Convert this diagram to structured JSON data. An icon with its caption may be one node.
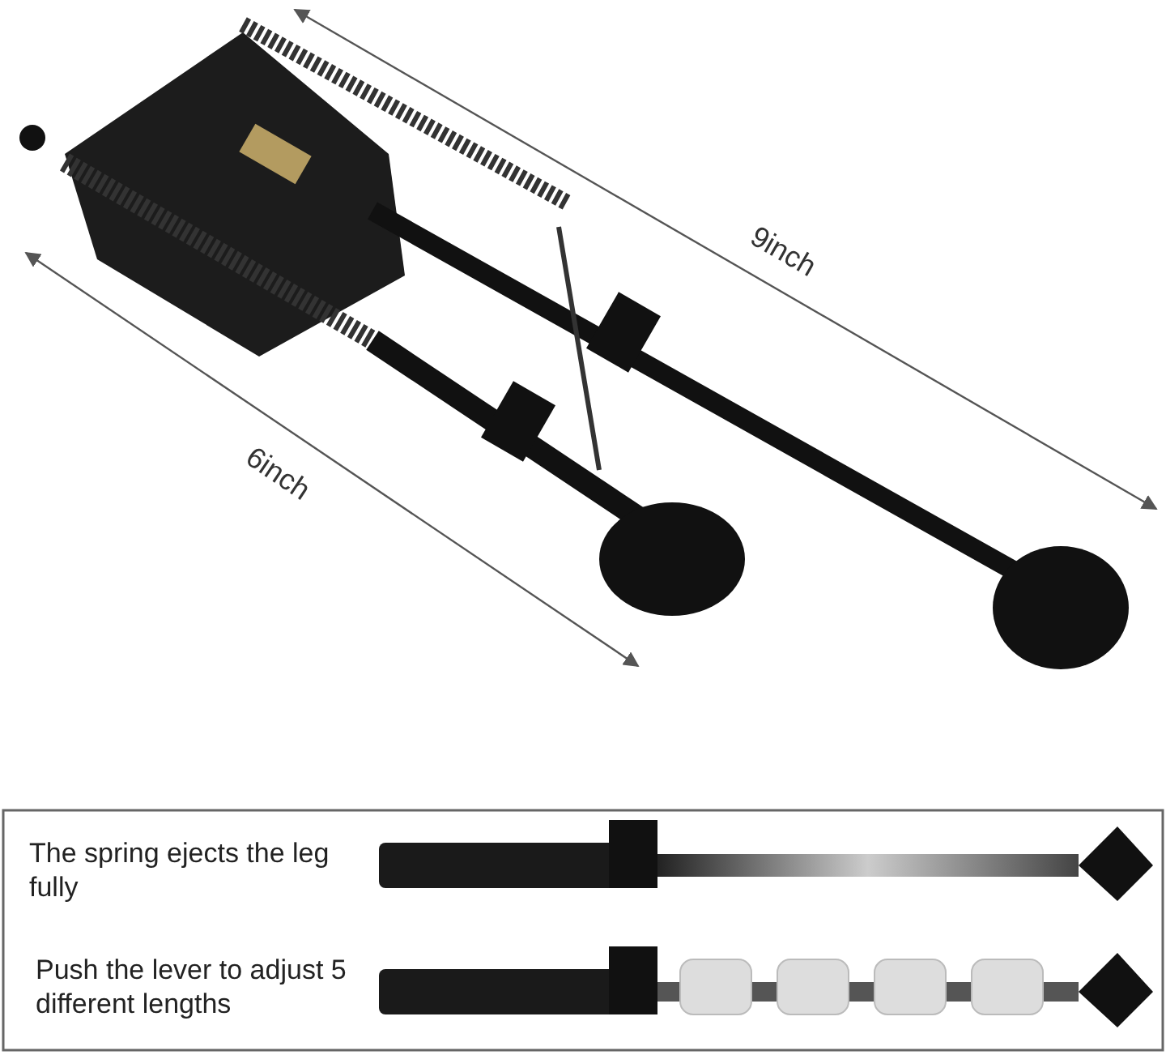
{
  "diagram": {
    "labels": [
      "9inch",
      "6inch",
      "The spring ejects the leg fully",
      "Push the lever to adjust 5 different lengths"
    ]
  }
}
